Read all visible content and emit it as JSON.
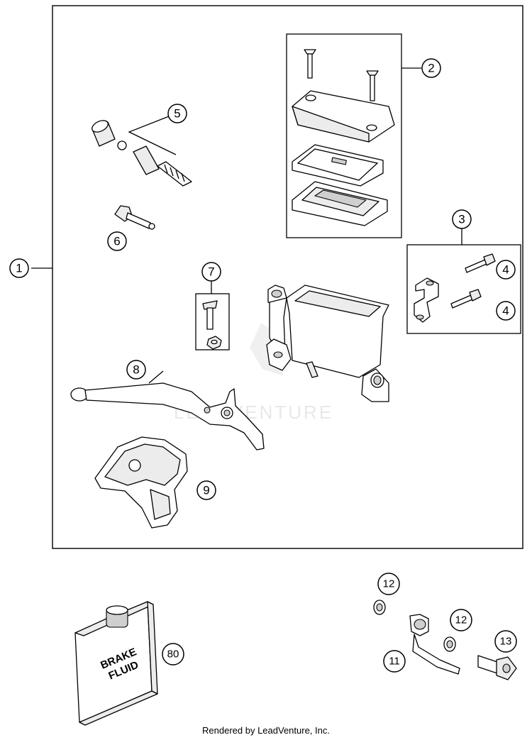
{
  "diagram": {
    "callouts": {
      "c1": "1",
      "c2": "2",
      "c3": "3",
      "c4a": "4",
      "c4b": "4",
      "c5": "5",
      "c6": "6",
      "c7": "7",
      "c8": "8",
      "c9": "9",
      "c11": "11",
      "c12a": "12",
      "c12b": "12",
      "c13": "13",
      "c80": "80"
    },
    "fluid_label_line1": "BRAKE",
    "fluid_label_line2": "FLUID",
    "watermark": "LEADVENTURE",
    "footer": "Rendered by LeadVenture, Inc."
  }
}
